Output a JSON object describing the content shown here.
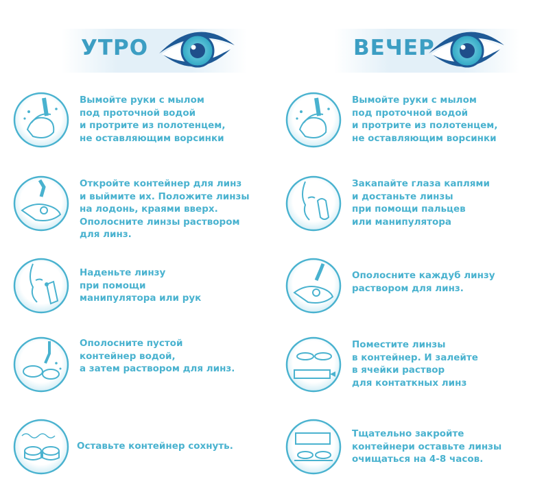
{
  "colors": {
    "accent": "#49b2cf",
    "title": "#3c9ec3",
    "eye_outer": "#1f5a96",
    "eye_iris": "#4fc0d6"
  },
  "morning": {
    "title": "УТРО",
    "steps": [
      {
        "icon": "hand-wash-icon",
        "lines": [
          "Вымойте руки с мылом",
          "под проточной водой",
          "и протрите из полотенцем,",
          "не оставляющим ворсинки"
        ]
      },
      {
        "icon": "lens-in-palm-icon",
        "lines": [
          "Откройте контейнер для линз",
          "и выймите их. Положите линзы",
          "на лодонь, краями вверх.",
          "Ополосните линзы раствором",
          "для линз."
        ]
      },
      {
        "icon": "insert-lens-icon",
        "lines": [
          "Наденьте линзу",
          "при помощи",
          "манипулятора или рук"
        ]
      },
      {
        "icon": "rinse-container-icon",
        "lines": [
          "Ополосните пустой",
          "контейнер водой,",
          "а затем раствором для линз."
        ]
      },
      {
        "icon": "dry-container-icon",
        "lines": [
          "Оставьте контейнер сохнуть."
        ]
      }
    ]
  },
  "evening": {
    "title": "ВЕЧЕР",
    "steps": [
      {
        "icon": "hand-wash-icon",
        "lines": [
          "Вымойте руки с мылом",
          "под проточной водой",
          "и протрите из полотенцем,",
          "не оставляющим ворсинки"
        ]
      },
      {
        "icon": "eye-drops-icon",
        "lines": [
          "Закапайте глаза каплями",
          "и достаньте линзы",
          "при помощи пальцев",
          "или манипулятора"
        ]
      },
      {
        "icon": "rinse-lens-icon",
        "lines": [
          "Ополосните каждуб линзу",
          "раствором для линз."
        ]
      },
      {
        "icon": "fill-container-icon",
        "lines": [
          "Поместите линзы",
          "в контейнер. И залейте",
          "в ячейки раствор",
          "для контаткных линз"
        ]
      },
      {
        "icon": "close-container-icon",
        "lines": [
          "Тщательно закройте",
          "контейнери оставьте линзы",
          "очищаться на 4-8 часов."
        ]
      }
    ]
  }
}
